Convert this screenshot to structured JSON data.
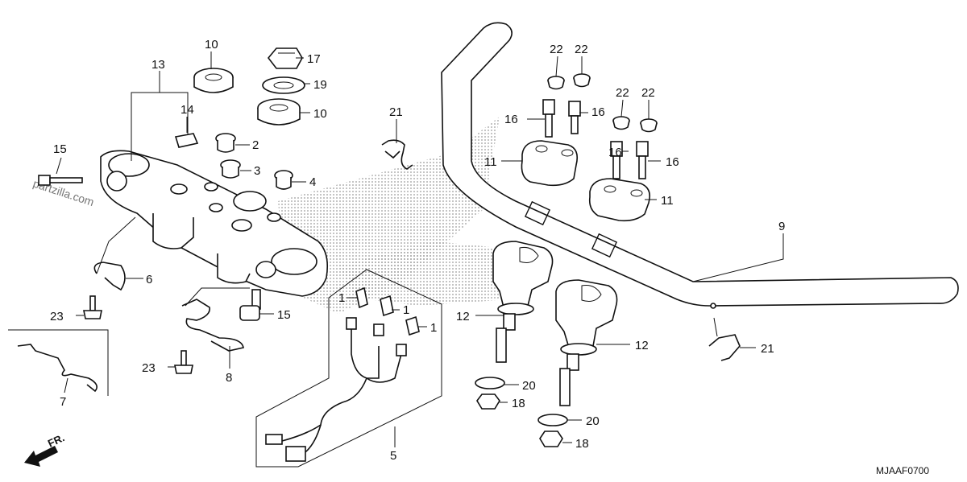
{
  "diagram": {
    "code": "MJAAF0700",
    "watermark": "partzilla.com",
    "direction_label": "FR.",
    "callouts": {
      "c1a": "1",
      "c1b": "1",
      "c1c": "1",
      "c2": "2",
      "c3": "3",
      "c4": "4",
      "c5": "5",
      "c6": "6",
      "c7": "7",
      "c8": "8",
      "c9": "9",
      "c10a": "10",
      "c10b": "10",
      "c11a": "11",
      "c11b": "11",
      "c12a": "12",
      "c12b": "12",
      "c13": "13",
      "c14": "14",
      "c15a": "15",
      "c15b": "15",
      "c16a": "16",
      "c16b": "16",
      "c16c": "16",
      "c16d": "16",
      "c17": "17",
      "c18a": "18",
      "c18b": "18",
      "c19": "19",
      "c20a": "20",
      "c20b": "20",
      "c21a": "21",
      "c21b": "21",
      "c22a": "22",
      "c22b": "22",
      "c22c": "22",
      "c22d": "22",
      "c23a": "23",
      "c23b": "23"
    },
    "colors": {
      "line": "#111111",
      "halftone": "#9a9a9a",
      "watermark": "#777777"
    }
  }
}
